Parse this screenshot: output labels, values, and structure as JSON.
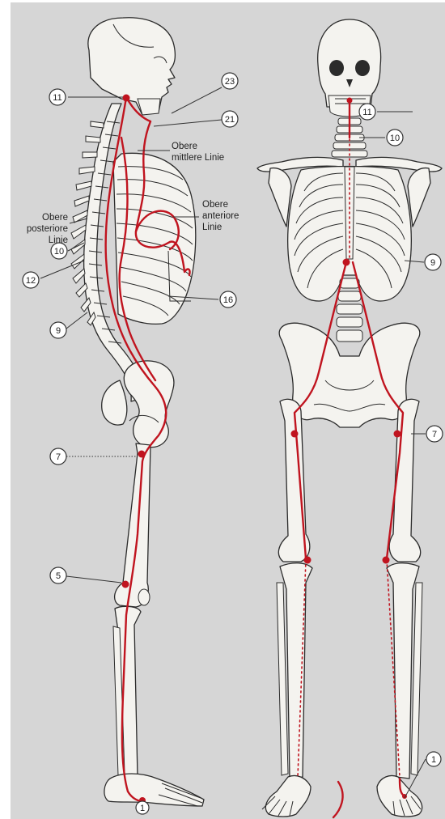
{
  "colors": {
    "background": "#d6d6d6",
    "bone_fill": "#f4f3ef",
    "bone_outline": "#2b2b2b",
    "meridian": "#c0141f"
  },
  "labels": {
    "obere_mittlere": [
      "Obere",
      "mittlere Linie"
    ],
    "obere_anteriore": [
      "Obere",
      "anteriore",
      "Linie"
    ],
    "obere_posteriore": [
      "Obere",
      "posteriore",
      "Linie"
    ]
  },
  "callouts": {
    "lateral_11": "11",
    "lateral_23": "23",
    "lateral_21": "21",
    "lateral_10": "10",
    "lateral_12": "12",
    "lateral_9": "9",
    "lateral_16": "16",
    "lateral_7": "7",
    "lateral_5": "5",
    "lateral_1": "1",
    "front_11": "11",
    "front_10": "10",
    "front_9": "9",
    "front_7": "7",
    "front_1": "1"
  }
}
